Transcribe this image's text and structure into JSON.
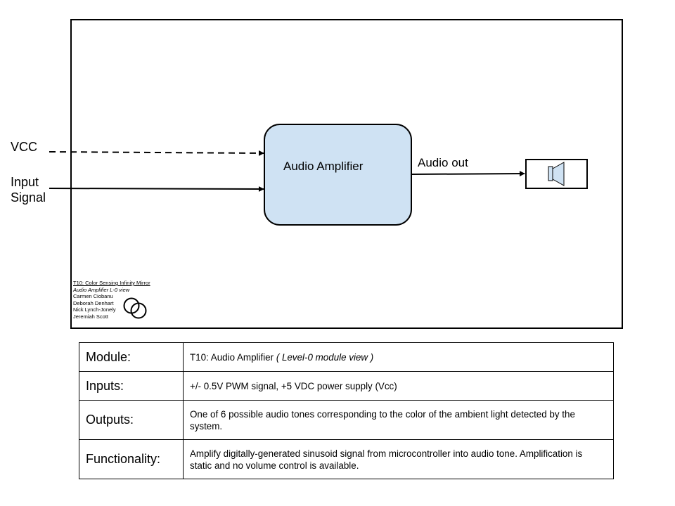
{
  "diagram": {
    "inputs": {
      "vcc": "VCC",
      "signal_line1": "Input",
      "signal_line2": "Signal"
    },
    "block": "Audio Amplifier",
    "output": "Audio out",
    "colors": {
      "block_fill": "#cfe2f3",
      "speaker_fill": "#cfe2f3",
      "stroke": "#000000"
    },
    "icons": [
      "speaker-icon",
      "logo-overlapping-circles"
    ]
  },
  "credits": {
    "project": "T10: Color Sensing Infinity Mirror",
    "view": "Audio Amplifier L-0 view",
    "authors": [
      "Carmen Ciobanu",
      "Deborah Denhart",
      "Nick Lynch-Jonely",
      "Jeremiah Scott"
    ]
  },
  "table": {
    "module": {
      "label": "Module:",
      "value": "T10: Audio Amplifier",
      "note": "( Level-0 module view )"
    },
    "inputs": {
      "label": "Inputs:",
      "value": "+/- 0.5V PWM signal, +5 VDC power supply (Vcc)"
    },
    "outputs": {
      "label": "Outputs:",
      "value": "One of 6 possible audio tones corresponding to the color of the ambient light detected by the system."
    },
    "functionality": {
      "label": "Functionality:",
      "value": "Amplify digitally-generated sinusoid signal from microcontroller into audio tone. Amplification is static and no volume control is available."
    }
  }
}
